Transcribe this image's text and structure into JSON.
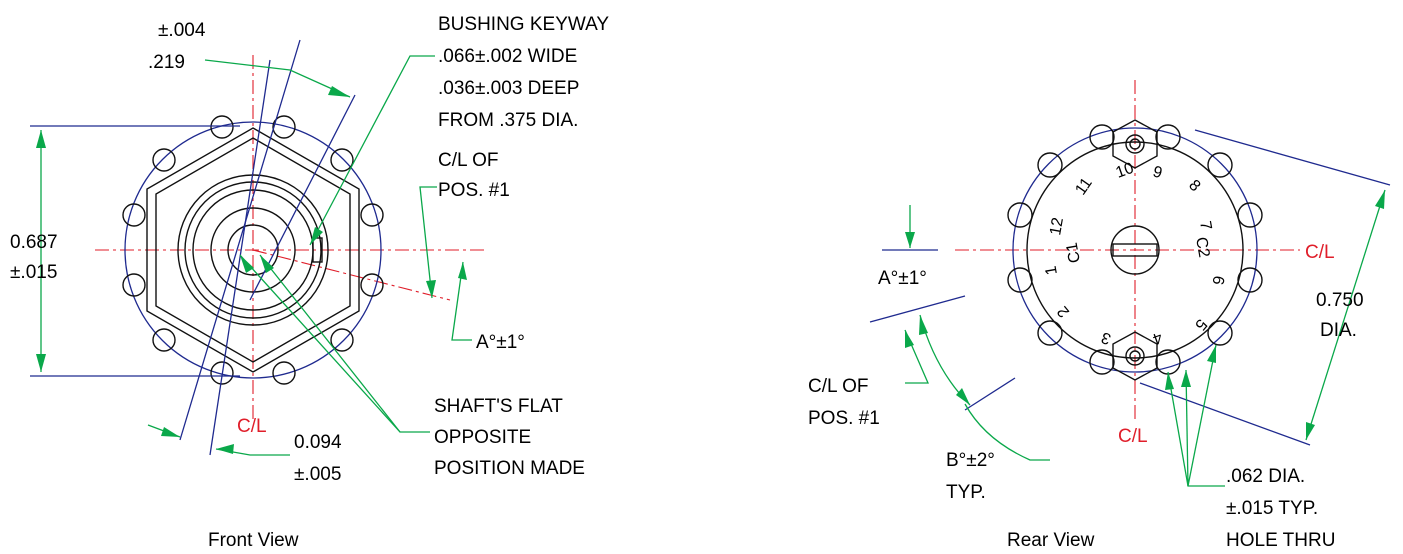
{
  "front": {
    "label_view": "Front View",
    "keyway_tol_top": "±.004",
    "keyway_tol_val": ".219",
    "bushing_line1": "BUSHING KEYWAY",
    "bushing_line2": ".066±.002 WIDE",
    "bushing_line3": ".036±.003 DEEP",
    "bushing_line4": "FROM .375 DIA.",
    "cl_pos_line1": "C/L OF",
    "cl_pos_line2": "POS. #1",
    "height_val": "0.687",
    "height_tol": "±.015",
    "angle": "A°±1°",
    "shaft_line1": "SHAFT'S FLAT",
    "shaft_line2": "OPPOSITE",
    "shaft_line3": "POSITION MADE",
    "cl": "C/L",
    "flat_val": "0.094",
    "flat_tol": "±.005"
  },
  "rear": {
    "label_view": "Rear View",
    "angle_a": "A°±1°",
    "cl_right": "C/L",
    "cl_bottom": "C/L",
    "dia_val": "0.750",
    "dia_label": "DIA.",
    "cl_pos_line1": "C/L OF",
    "cl_pos_line2": "POS. #1",
    "angle_b": "B°±2°",
    "angle_b_typ": "TYP.",
    "hole_line1": ".062 DIA.",
    "hole_line2": "±.015 TYP.",
    "hole_line3": "HOLE THRU",
    "pos_numbers": [
      "1",
      "2",
      "3",
      "4",
      "5",
      "6",
      "7",
      "8",
      "9",
      "10",
      "11",
      "12"
    ],
    "c1": "C1",
    "c2": "C2"
  },
  "colors": {
    "outline": "#1f2a8f",
    "dimension": "#0aa84a",
    "centerline": "#e01e2a",
    "body": "#111111"
  }
}
